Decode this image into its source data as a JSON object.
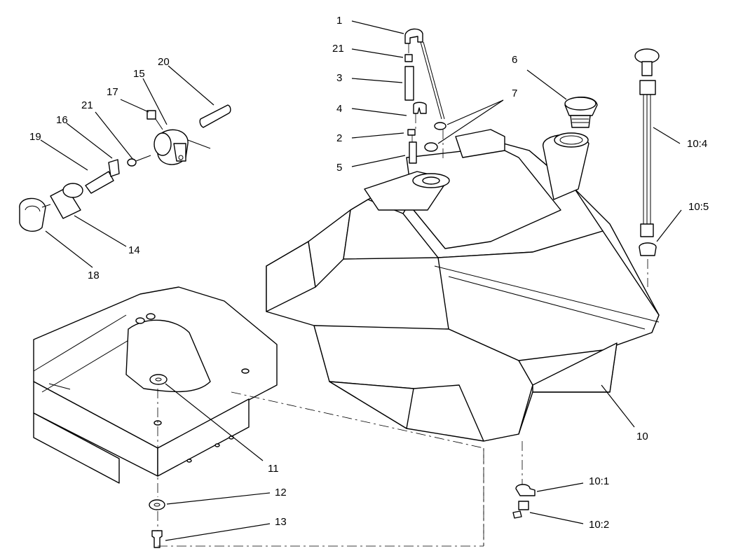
{
  "callouts": [
    {
      "id": "c1",
      "label": "1"
    },
    {
      "id": "c21a",
      "label": "21"
    },
    {
      "id": "c3",
      "label": "3"
    },
    {
      "id": "c4",
      "label": "4"
    },
    {
      "id": "c2",
      "label": "2"
    },
    {
      "id": "c5",
      "label": "5"
    },
    {
      "id": "c6",
      "label": "6"
    },
    {
      "id": "c7",
      "label": "7"
    },
    {
      "id": "c10_4",
      "label": "10:4"
    },
    {
      "id": "c10_5",
      "label": "10:5"
    },
    {
      "id": "c10",
      "label": "10"
    },
    {
      "id": "c10_1",
      "label": "10:1"
    },
    {
      "id": "c10_2",
      "label": "10:2"
    },
    {
      "id": "c11",
      "label": "11"
    },
    {
      "id": "c12",
      "label": "12"
    },
    {
      "id": "c13",
      "label": "13"
    },
    {
      "id": "c14",
      "label": "14"
    },
    {
      "id": "c15",
      "label": "15"
    },
    {
      "id": "c16",
      "label": "16"
    },
    {
      "id": "c17",
      "label": "17"
    },
    {
      "id": "c18",
      "label": "18"
    },
    {
      "id": "c19",
      "label": "19"
    },
    {
      "id": "c20",
      "label": "20"
    },
    {
      "id": "c21b",
      "label": "21"
    }
  ]
}
